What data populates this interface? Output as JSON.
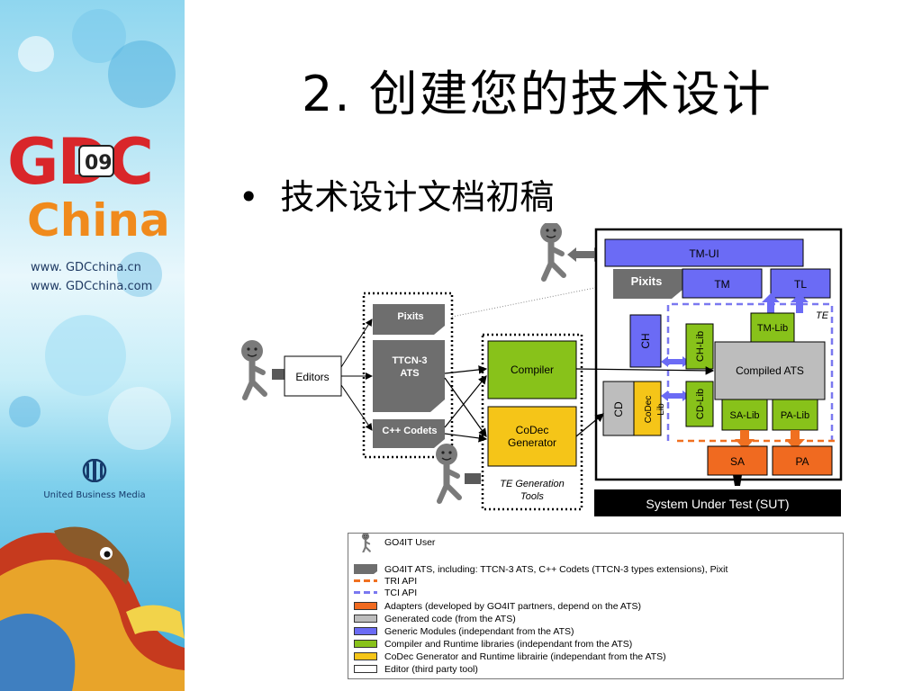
{
  "slide": {
    "title": "2. 创建您的技术设计",
    "bullet": "技术设计文档初稿"
  },
  "sidebar": {
    "logo_gdc": "GDC",
    "logo_year": "09",
    "logo_china": "China",
    "site_cn": "www. GDCchina.cn",
    "site_com": "www. GDCchina.com",
    "ubm_label": "United Business Media"
  },
  "diagram": {
    "ats_items": [
      "Pixits",
      "TTCN-3 ATS",
      "C++ Codets"
    ],
    "editors": "Editors",
    "compiler": "Compiler",
    "codec_generator": "CoDec Generator",
    "te_generation_tools": "TE Generation Tools",
    "tm_ui": "TM-UI",
    "pixits_top": "Pixits",
    "tm": "TM",
    "tl": "TL",
    "te": "TE",
    "ch": "CH",
    "ch_lib": "CH-Lib",
    "tm_lib": "TM-Lib",
    "compiled_ats": "Compiled ATS",
    "cd": "CD",
    "codec_lib": "CoDec Lib",
    "cd_lib": "CD-Lib",
    "sa_lib": "SA-Lib",
    "pa_lib": "PA-Lib",
    "sa": "SA",
    "pa": "PA",
    "sut": "System Under Test (SUT)"
  },
  "legend": {
    "items": [
      {
        "kind": "user",
        "label": "GO4IT User"
      },
      {
        "kind": "ats",
        "label": "GO4IT ATS, including: TTCN-3 ATS, C++ Codets (TTCN-3 types extensions), Pixit"
      },
      {
        "kind": "dash",
        "color": "#f07020",
        "label": "TRI API"
      },
      {
        "kind": "dash",
        "color": "#7a78f0",
        "label": "TCI API"
      },
      {
        "kind": "swatch",
        "color": "#f06a20",
        "label": "Adapters (developed by GO4IT partners, depend on the ATS)"
      },
      {
        "kind": "swatch",
        "color": "#bdbdbd",
        "label": "Generated code (from the ATS)"
      },
      {
        "kind": "swatch",
        "color": "#6b6bf5",
        "label": "Generic Modules (independant from the ATS)"
      },
      {
        "kind": "swatch",
        "color": "#88c21a",
        "label": "Compiler and Runtime libraries (independant from the ATS)"
      },
      {
        "kind": "swatch",
        "color": "#f5c518",
        "label": "CoDec Generator and Runtime librairie (independant from the ATS)"
      },
      {
        "kind": "swatch",
        "color": "#ffffff",
        "label": "Editor (third party tool)"
      }
    ]
  },
  "colors": {
    "adapter": "#f06a20",
    "generated": "#bdbdbd",
    "generic": "#6b6bf5",
    "compiler": "#88c21a",
    "codec": "#f5c518",
    "editor": "#ffffff",
    "ats_gray": "#6e6e6e",
    "logo_red": "#d9262a",
    "logo_orange": "#f08a1c"
  }
}
